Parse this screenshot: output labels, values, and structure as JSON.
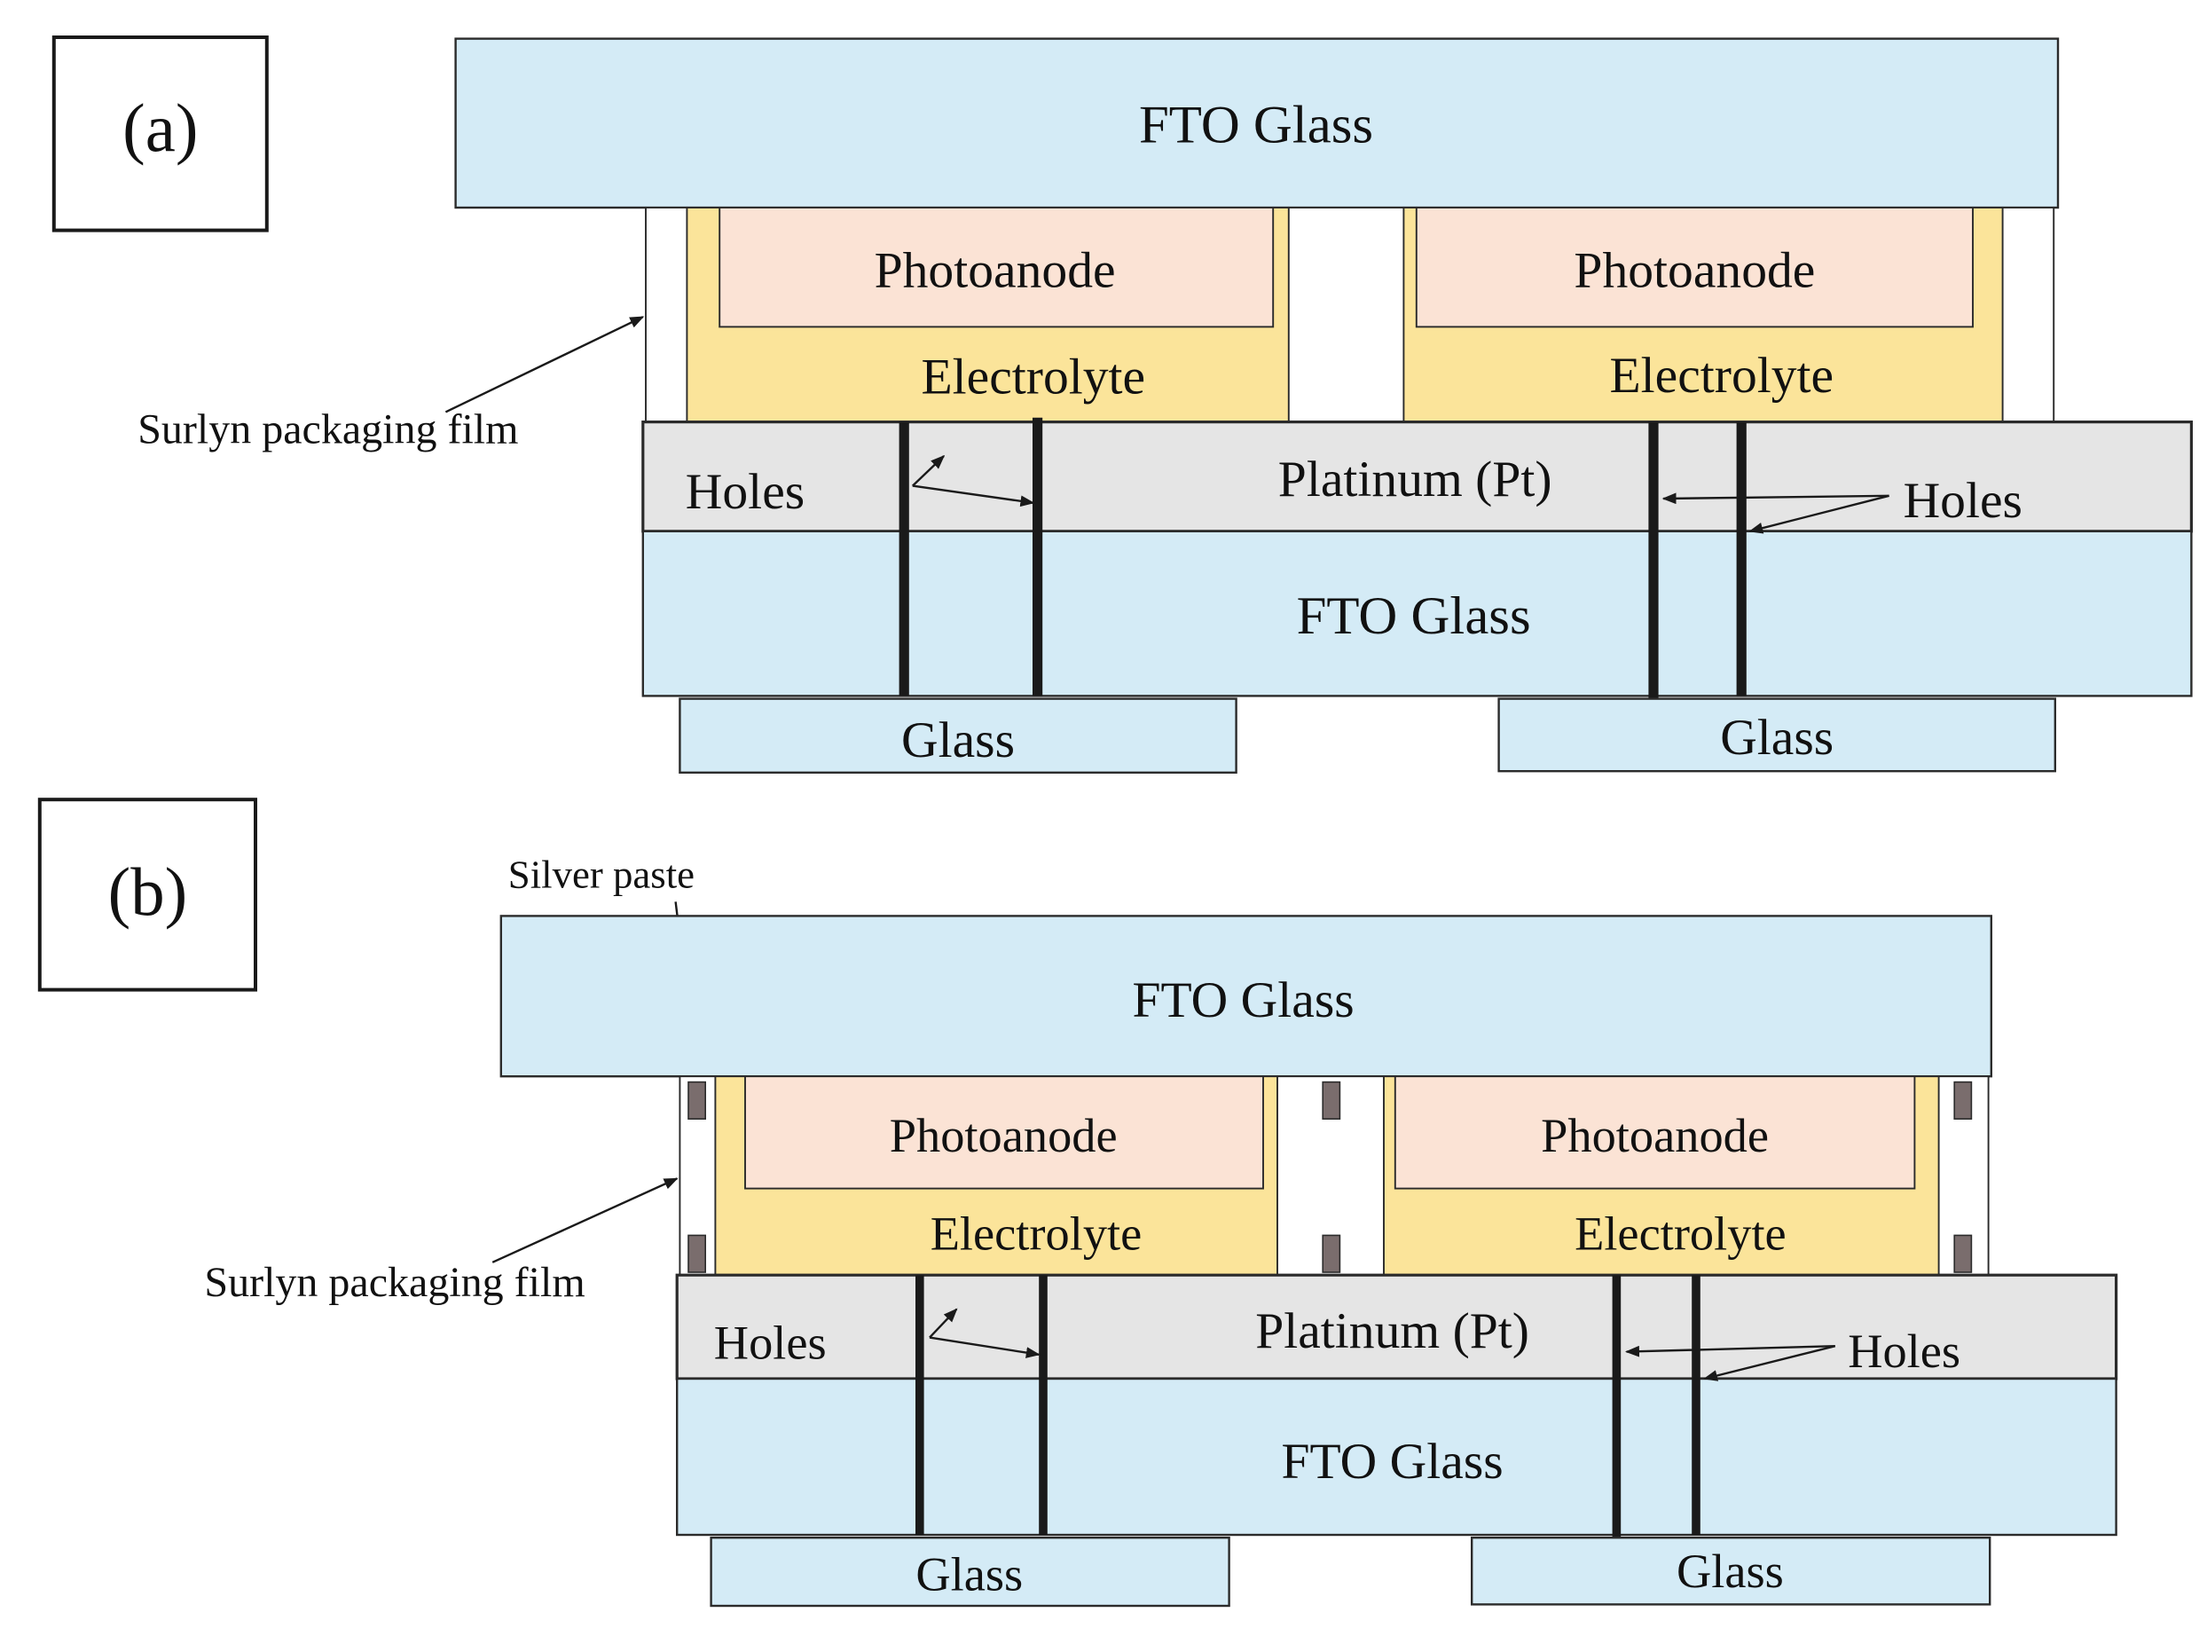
{
  "colors": {
    "glass": "#d4ebf6",
    "photoanode": "#fbe3d5",
    "electrolyte": "#fbe49a",
    "platinum": "#e5e5e5",
    "silver_paste": "#7a6d6d",
    "outline": "#2b2b2b",
    "hole_line": "#1a1a1a",
    "background": "#ffffff"
  },
  "panel_a": {
    "label": "(a)",
    "fto_top": "FTO Glass",
    "photoanode_left": "Photoanode",
    "photoanode_right": "Photoanode",
    "electrolyte_left": "Electrolyte",
    "electrolyte_right": "Electrolyte",
    "surlyn_label": "Surlyn packaging film",
    "holes_left": "Holes",
    "platinum": "Platinum (Pt)",
    "holes_right": "Holes",
    "fto_bottom": "FTO Glass",
    "glass_left": "Glass",
    "glass_right": "Glass"
  },
  "panel_b": {
    "label": "(b)",
    "silver_paste_label": "Silver paste",
    "fto_top": "FTO Glass",
    "photoanode_left": "Photoanode",
    "photoanode_right": "Photoanode",
    "electrolyte_left": "Electrolyte",
    "electrolyte_right": "Electrolyte",
    "surlyn_label": "Surlyn packaging film",
    "holes_left": "Holes",
    "platinum": "Platinum (Pt)",
    "holes_right": "Holes",
    "fto_bottom": "FTO Glass",
    "glass_left": "Glass",
    "glass_right": "Glass"
  }
}
